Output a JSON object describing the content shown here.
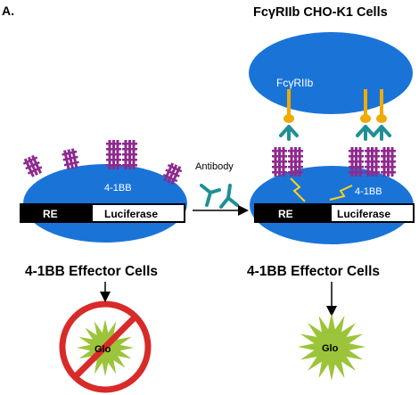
{
  "panel_label": "A.",
  "title": "FcγRIIb CHO-K1 Cells",
  "fcgr_label": "FcγRIIb",
  "antibody_label": "Antibody",
  "left_cell": {
    "receptor_label": "4-1BB",
    "re_label": "RE",
    "luciferase_label": "Luciferase",
    "caption": "4-1BB Effector Cells",
    "output_label": "Glo"
  },
  "right_cell": {
    "receptor_label": "4-1BB",
    "re_label": "RE",
    "luciferase_label": "Luciferase",
    "caption": "4-1BB Effector Cells",
    "output_label": "Glo"
  },
  "colors": {
    "cell_blue": "#1a74d8",
    "receptor_purple": "#8e2a8e",
    "fcgr_orange": "#f2a900",
    "antibody_teal": "#1f8f96",
    "glo_green": "#9cc43a",
    "no_sign_red": "#d92a2a",
    "signal_yellow": "#ffd21a"
  }
}
